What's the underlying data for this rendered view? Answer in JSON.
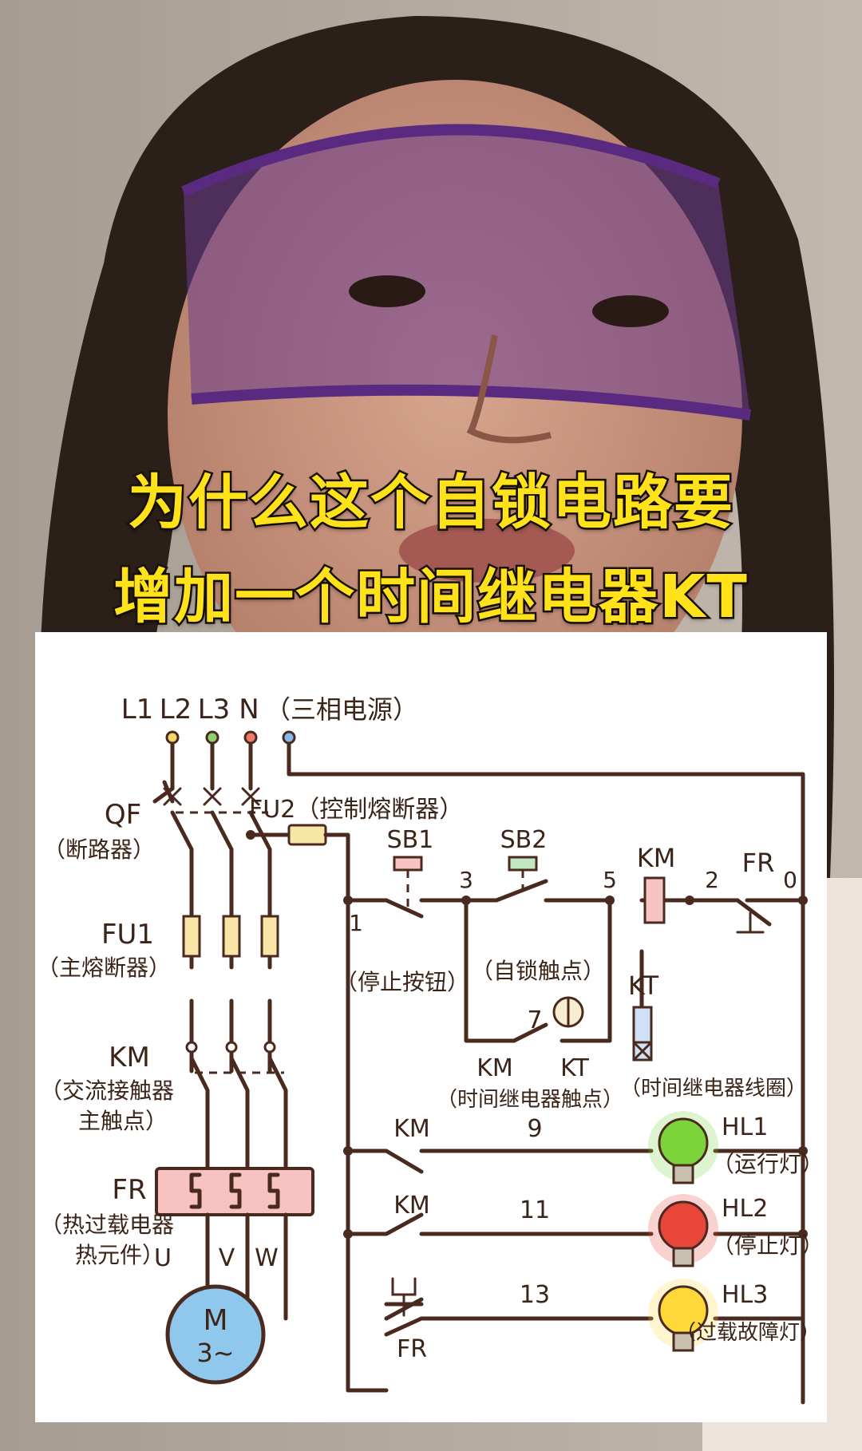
{
  "headline": {
    "line1": "为什么这个自锁电路要",
    "line2": "增加一个时间继电器KT"
  },
  "diagram": {
    "sources": [
      "L1",
      "L2",
      "L3",
      "N"
    ],
    "source_note": "（三相电源）",
    "qf": "QF",
    "qf_note": "（断路器）",
    "fu1": "FU1",
    "fu1_note": "（主熔断器）",
    "km_main": "KM",
    "km_main_note1": "（交流接触器",
    "km_main_note2": "主触点）",
    "fr_main": "FR",
    "fr_main_note1": "（热过载电器",
    "fr_main_note2": "热元件）",
    "uvw": [
      "U",
      "V",
      "W"
    ],
    "motor_m": "M",
    "motor_phase": "3~",
    "fu2": "FU2（控制熔断器）",
    "sb1": "SB1",
    "sb2": "SB2",
    "stop_btn": "（停止按钮）",
    "self_lock": "（自锁触点）",
    "km_coil": "KM",
    "kt_coil": "KT",
    "fr_ctrl": "FR",
    "nodes": [
      "1",
      "3",
      "5",
      "2",
      "0",
      "7",
      "9",
      "11",
      "13"
    ],
    "km_contact": "KM",
    "kt_contact": "KT",
    "kt_contact_note": "（时间继电器触点）",
    "kt_coil_note": "（时间继电器线圈）",
    "km_hl1": "KM",
    "km_hl2": "KM",
    "fr_hl3": "FR",
    "hl1": "HL1",
    "hl1_note": "（运行灯）",
    "hl2": "HL2",
    "hl2_note": "（停止灯）",
    "hl3": "HL3",
    "hl3_note": "（过载故障灯）",
    "colors": {
      "lamp_green": "#7cd43a",
      "lamp_red": "#e8463a",
      "lamp_yellow": "#ffd83a",
      "wire": "#4a2a1f",
      "motor": "#8fc8ec",
      "fr_block": "#f7c3c0",
      "fuse": "#f8e6a6"
    }
  }
}
